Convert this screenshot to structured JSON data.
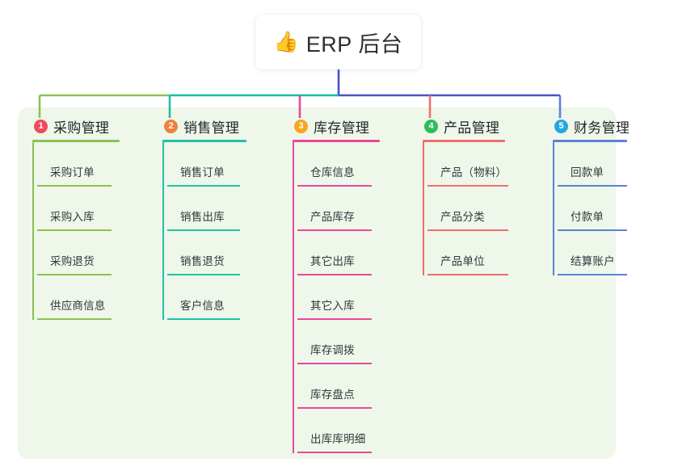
{
  "diagram": {
    "type": "mindmap",
    "root": {
      "icon": "thumbs-up-icon",
      "emoji": "👍",
      "title": "ERP 后台"
    },
    "background_color": "#ffffff",
    "panel_color": "#eef7ea",
    "root_stem_color": "#4a52c7",
    "branches": [
      {
        "index": "1",
        "title": "采购管理",
        "badge_color": "#f2495c",
        "line_color": "#8cc152",
        "connector_color": "#8cc152",
        "items": [
          "采购订单",
          "采购入库",
          "采购退货",
          "供应商信息"
        ]
      },
      {
        "index": "2",
        "title": "销售管理",
        "badge_color": "#f0813c",
        "line_color": "#25c0a6",
        "connector_color": "#12bfa6",
        "items": [
          "销售订单",
          "销售出库",
          "销售退货",
          "客户信息"
        ]
      },
      {
        "index": "3",
        "title": "库存管理",
        "badge_color": "#f5a623",
        "line_color": "#e8489b",
        "connector_color": "#4a52c7",
        "items": [
          "仓库信息",
          "产品库存",
          "其它出库",
          "其它入库",
          "库存调拨",
          "库存盘点",
          "出库库明细"
        ]
      },
      {
        "index": "4",
        "title": "产品管理",
        "badge_color": "#2dbd5a",
        "line_color": "#f16d6d",
        "connector_color": "#4a52c7",
        "items": [
          "产品（物料）",
          "产品分类",
          "产品单位"
        ]
      },
      {
        "index": "5",
        "title": "财务管理",
        "badge_color": "#23a8e0",
        "line_color": "#5b82d8",
        "connector_color": "#4a52c7",
        "items": [
          "回款单",
          "付款单",
          "结算账户"
        ]
      }
    ]
  }
}
